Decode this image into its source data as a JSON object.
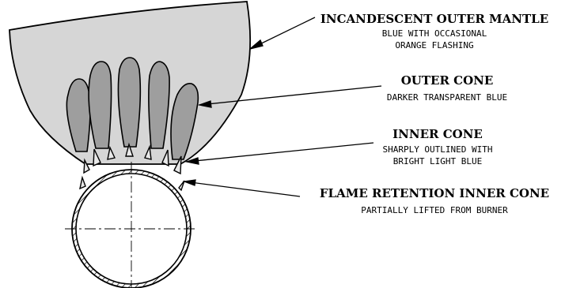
{
  "labels": [
    {
      "title": "INCANDESCENT OUTER MANTLE",
      "lines": [
        "BLUE WITH OCCASIONAL",
        "ORANGE FLASHING"
      ]
    },
    {
      "title": "OUTER CONE",
      "lines": [
        "DARKER TRANSPARENT BLUE"
      ]
    },
    {
      "title": "INNER CONE",
      "lines": [
        "SHARPLY OUTLINED WITH",
        "BRIGHT LIGHT BLUE"
      ]
    },
    {
      "title": "FLAME RETENTION INNER CONE",
      "lines": [
        "PARTIALLY LIFTED FROM BURNER"
      ]
    }
  ],
  "colors": {
    "mantle_fill": "#d6d6d6",
    "outer_cone_fill": "#9e9e9e",
    "inner_cone_fill": "#e8e8e8",
    "stroke": "#000000"
  }
}
